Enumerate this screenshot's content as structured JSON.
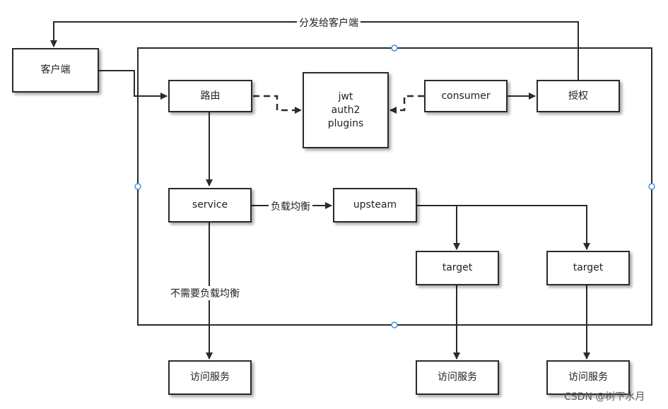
{
  "diagram": {
    "nodes": {
      "client": "客户端",
      "route": "路由",
      "plugins": [
        "jwt",
        "auth2",
        "plugins"
      ],
      "consumer": "consumer",
      "auth": "授权",
      "service": "service",
      "upstream": "upsteam",
      "target_1": "target",
      "target_2": "target",
      "access_1": "访问服务",
      "access_2": "访问服务",
      "access_3": "访问服务"
    },
    "edge_labels": {
      "dispatch_to_client": "分发给客户端",
      "load_balance": "负载均衡",
      "no_load_balance": "不需要负载均衡"
    }
  },
  "watermark": "CSDN @树下水月",
  "colors": {
    "line": "#2a2a2a",
    "handle": "#4a90d9",
    "background": "#ffffff"
  }
}
